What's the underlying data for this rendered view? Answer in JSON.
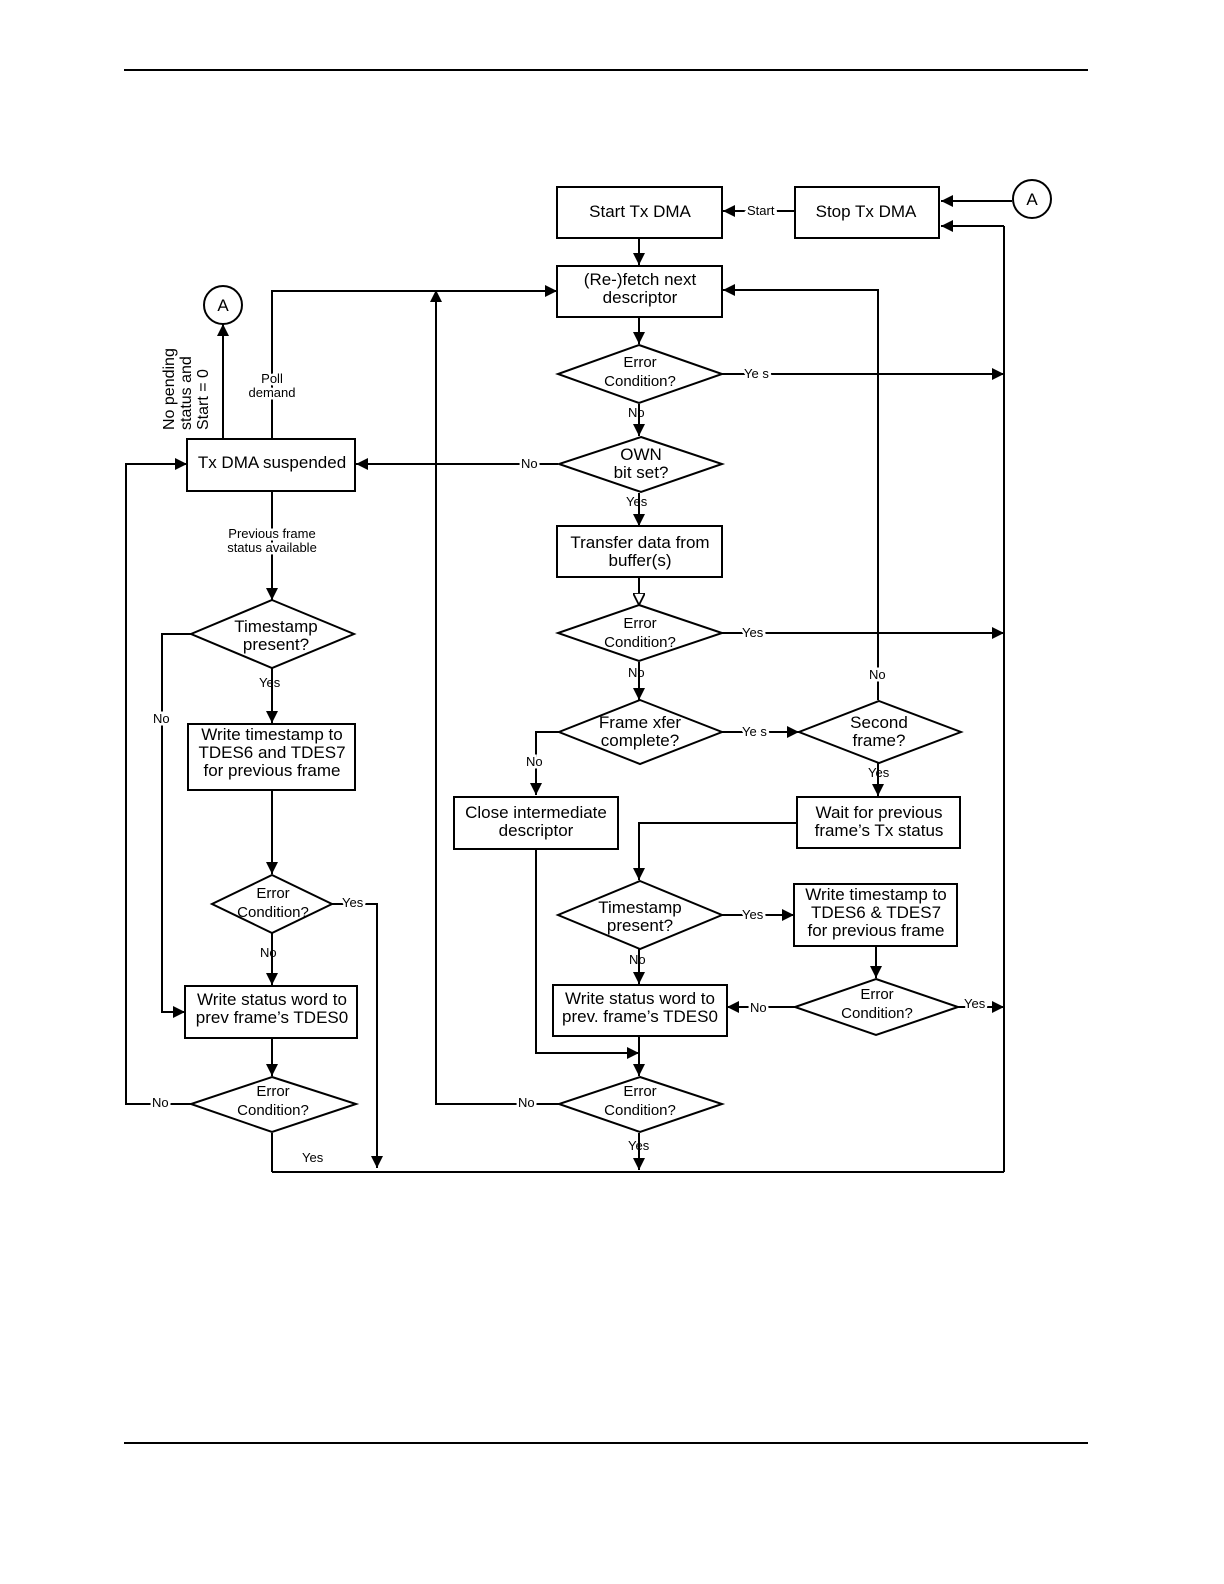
{
  "nodes": {
    "start_tx_dma": "Start Tx DMA",
    "stop_tx_dma": "Stop Tx DMA",
    "connector_a_top": "A",
    "connector_a_left": "A",
    "refetch": [
      "(Re-)fetch next",
      "descriptor"
    ],
    "error_1": [
      "Error",
      "Condition?"
    ],
    "own_bit": [
      "OWN",
      "bit set?"
    ],
    "transfer": [
      "Transfer data from",
      "buffer(s)"
    ],
    "error_2": [
      "Error",
      "Condition?"
    ],
    "frame_xfer": [
      "Frame xfer",
      "complete?"
    ],
    "second_frame": [
      "Second",
      "frame?"
    ],
    "close_desc": [
      "Close intermediate",
      "descriptor"
    ],
    "wait_prev": [
      "Wait for previous",
      "frame’s Tx status"
    ],
    "ts_present_r": [
      "Timestamp",
      "present?"
    ],
    "write_ts_r": [
      "Write timestamp to",
      "TDES6 & TDES7",
      "for previous frame"
    ],
    "write_status_r": [
      "Write status word to",
      "prev. frame’s TDES0"
    ],
    "error_r1": [
      "Error",
      "Condition?"
    ],
    "error_r2": [
      "Error",
      "Condition?"
    ],
    "tx_suspended": "Tx DMA suspended",
    "ts_present_l": [
      "Timestamp",
      "present?"
    ],
    "write_ts_l": [
      "Write timestamp to",
      "TDES6 and TDES7",
      "for previous frame"
    ],
    "error_l1": [
      "Error",
      "Condition?"
    ],
    "write_status_l": [
      "Write status word to",
      "prev frame’s TDES0"
    ],
    "error_l2": [
      "Error",
      "Condition?"
    ]
  },
  "edges": {
    "start": "Start",
    "err1_yes": "Ye s",
    "err1_no": "No",
    "own_no": "No",
    "own_yes": "Yes",
    "err2_yes": "Yes",
    "err2_no": "No",
    "frame_yes": "Ye s",
    "frame_no": "No",
    "second_no": "No",
    "second_yes": "Yes",
    "ts_r_yes": "Yes",
    "ts_r_no": "No",
    "err_r1_no": "No",
    "err_r1_yes": "Yes",
    "err_r2_no": "No",
    "err_r2_yes": "Yes",
    "poll_demand": [
      "Poll",
      "demand"
    ],
    "no_pending": [
      "No pending",
      "status and",
      "Start = 0"
    ],
    "prev_status": [
      "Previous frame",
      "status available"
    ],
    "ts_l_yes": "Yes",
    "ts_l_no": "No",
    "err_l1_yes": "Yes",
    "err_l1_no": "No",
    "err_l2_no": "No",
    "err_l2_yes": "Yes"
  }
}
